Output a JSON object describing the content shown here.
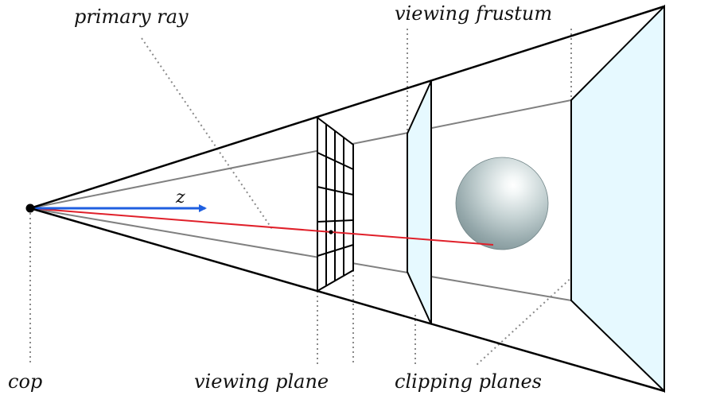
{
  "labels": {
    "primary_ray": "primary ray",
    "viewing_frustum": "viewing frustum",
    "z_axis": "z",
    "cop": "cop",
    "viewing_plane": "viewing plane",
    "clipping_planes": "clipping planes"
  },
  "colors": {
    "ray": "#e0202a",
    "z_axis": "#1f5fe0",
    "clip_fill": "#e6f9ff",
    "outline": "#000000",
    "inner_edges": "#808080",
    "leader": "#8a8a8a"
  }
}
